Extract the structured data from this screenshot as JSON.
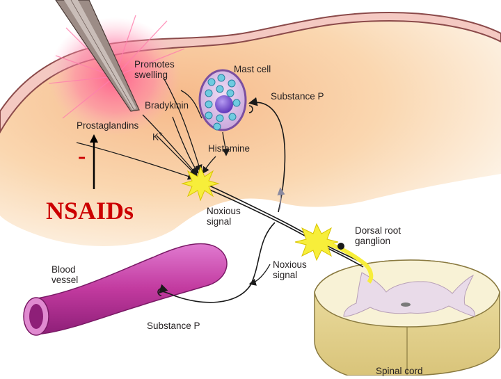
{
  "labels": {
    "promotes_swelling": "Promotes\nswelling",
    "mast_cell": "Mast cell",
    "substance_p_top": "Substance P",
    "bradykinin": "Bradykinin",
    "prostaglandins": "Prostaglandins",
    "potassium": "K+",
    "histamine": "Histamine",
    "noxious_signal_1": "Noxious\nsignal",
    "noxious_signal_2": "Noxious\nsignal",
    "dorsal_root_ganglion": "Dorsal root\nganglion",
    "blood_vessel": "Blood\nvessel",
    "substance_p_bottom": "Substance P",
    "spinal_cord": "Spinal cord"
  },
  "overlay": {
    "minus_sign": "-",
    "drug_label": "NSAIDs"
  },
  "colors": {
    "tissue": "#f8d0a0",
    "tissue_light": "#fdf3e6",
    "skin_line": "#8b4a4a",
    "blood_vessel": "#c43fa3",
    "mast_cell_outline": "#7b4fa0",
    "granule": "#6fcbe0",
    "nucleus": "#6a3fc8",
    "signal_star": "#f7ee3a",
    "nerve": "#1a1a1a",
    "spinal_cord": "#f5f0d0",
    "spinal_grey_matter": "#e8dce8",
    "nsaids_text": "#cc0000"
  }
}
